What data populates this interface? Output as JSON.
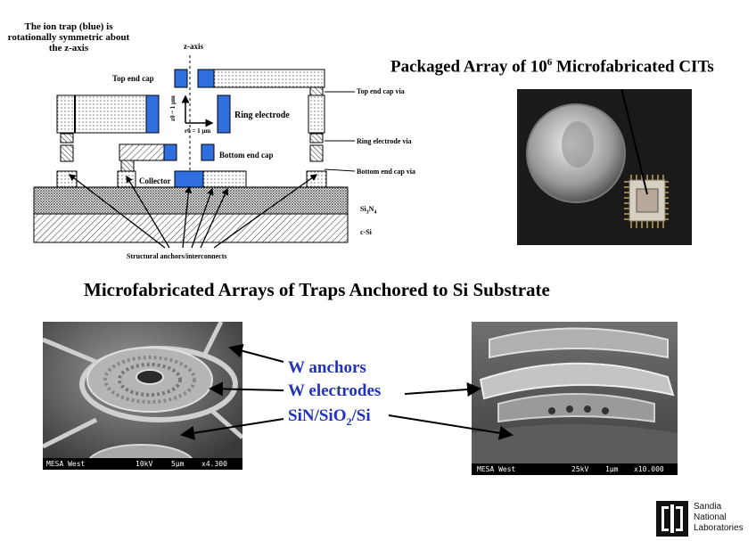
{
  "diagram": {
    "note": "The ion trap (blue) is rotationally symmetric about the z-axis",
    "z_axis": "z-axis",
    "top_end_cap": "Top end cap",
    "ring_electrode": "Ring electrode",
    "bottom_end_cap": "Bottom end cap",
    "collector": "Collector",
    "top_end_cap_via": "Top end cap via",
    "ring_electrode_via": "Ring electrode via",
    "bottom_end_cap_via": "Bottom end cap via",
    "sin": "Si3N4",
    "csi": "c-Si",
    "anchors": "Structural anchors/interconnects",
    "z0": "z0 ~ 1 µm",
    "r0": "r0 = 1 µm"
  },
  "photo": {
    "title": "Packaged Array of 10",
    "title_sup": "6",
    "title_tail": " Microfabricated CITs"
  },
  "heading": "Microfabricated Arrays of Traps Anchored to Si Substrate",
  "labels": {
    "w_anchors": "W anchors",
    "w_electrodes": "W electrodes",
    "sin_sio2": "SiN/SiO",
    "sin_sub": "2",
    "sin_tail": "/Si"
  },
  "sem_left": {
    "site": "MESA West",
    "kv": "10kV",
    "scale": "5µm",
    "mag": "x4.300"
  },
  "sem_right": {
    "site": "MESA West",
    "kv": "25kV",
    "scale": "1µm",
    "mag": "x10.000"
  },
  "logo": {
    "line1": "Sandia",
    "line2": "National",
    "line3": "Laboratories"
  },
  "colors": {
    "electrode_blue": "#2f6fe0",
    "label_blue": "#2233bb"
  }
}
